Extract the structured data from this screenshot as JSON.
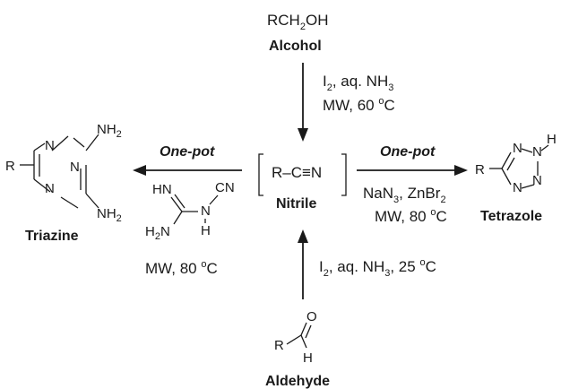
{
  "alcohol": {
    "formula": "RCH",
    "formula_sub": "2",
    "formula_end": "OH",
    "name": "Alcohol"
  },
  "nitrile": {
    "formula": "R–C≡N",
    "name": "Nitrile"
  },
  "aldehyde": {
    "r": "R",
    "o": "O",
    "h": "H",
    "name": "Aldehyde"
  },
  "triazine": {
    "r": "R",
    "n": "N",
    "nh": "NH",
    "nh_sub": "2",
    "name": "Triazine"
  },
  "tetrazole": {
    "r": "R",
    "n": "N",
    "h": "H",
    "name": "Tetrazole"
  },
  "dicyandiamide": {
    "hn": "HN",
    "cn": "CN",
    "n": "N",
    "h": "H",
    "h2n": "H",
    "h2n_sub": "2",
    "h2n_end": "N"
  },
  "conditions": {
    "top_line1": "I",
    "top_line1_sub": "2",
    "top_line1_rest": ", aq. NH",
    "top_line1_sub2": "3",
    "top_line2": "MW, 60 ",
    "top_line2_sup": "o",
    "top_line2_end": "C",
    "bottom_line1": "I",
    "bottom_line1_sub": "2",
    "bottom_line1_rest": ", aq. NH",
    "bottom_line1_sub2": "3",
    "bottom_line1_end": ", 25 ",
    "bottom_line1_sup": "o",
    "bottom_line1_c": "C",
    "left_label": "One-pot",
    "left_mw": "MW, 80 ",
    "left_mw_sup": "o",
    "left_mw_end": "C",
    "right_label": "One-pot",
    "right_line1": "NaN",
    "right_line1_sub": "3",
    "right_line1_rest": ", ZnBr",
    "right_line1_sub2": "2",
    "right_line2": "MW, 80 ",
    "right_line2_sup": "o",
    "right_line2_end": "C"
  }
}
